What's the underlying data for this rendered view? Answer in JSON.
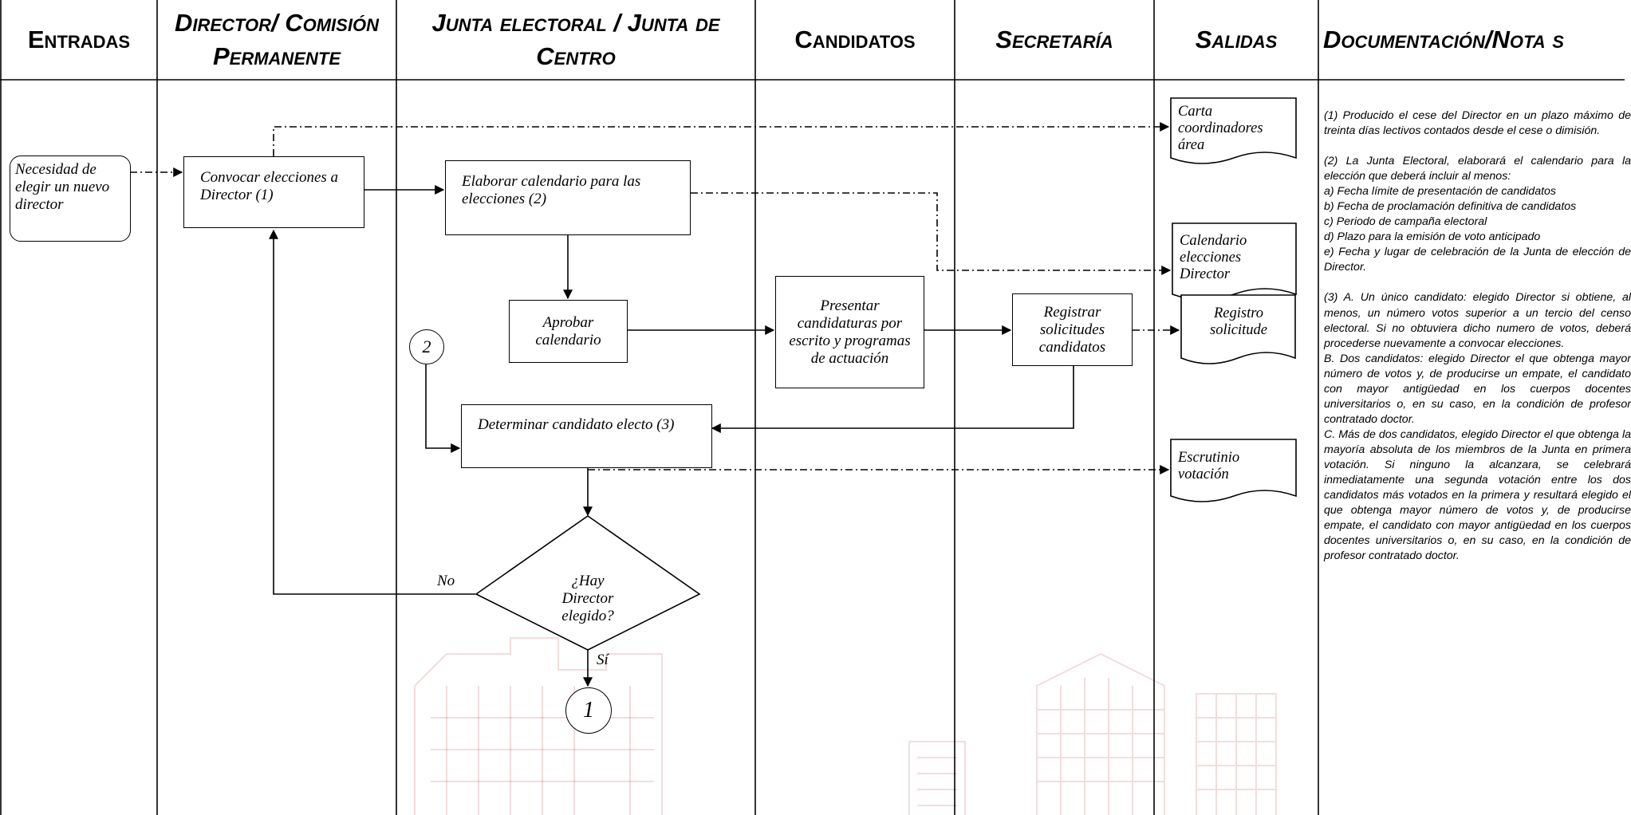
{
  "headers": {
    "entradas": "Entradas",
    "director": "Director/ Comisión Permanente",
    "junta": "Junta electoral / Junta de Centro",
    "candidatos": "Candidatos",
    "secretaria": "Secretaría",
    "salidas": "Salidas",
    "documentacion": "Documentación/Nota s"
  },
  "nodes": {
    "necesidad": "Necesidad de elegir un nuevo director",
    "convocar": "Convocar elecciones a Director (1)",
    "elaborar": "Elaborar calendario para las elecciones (2)",
    "aprobar": "Aprobar calendario",
    "presentar": "Presentar candidaturas por escrito y programas de actuación",
    "registrar": "Registrar solicitudes candidatos",
    "determinar": "Determinar candidato electo (3)",
    "decision": "¿Hay Director elegido?",
    "connector_2": "2",
    "connector_1": "1"
  },
  "outputs": {
    "carta": "Carta coordinadores área",
    "calendario": "Calendario elecciones Director",
    "registro": "Registro solicitude",
    "escrutinio": "Escrutinio votación"
  },
  "edge_labels": {
    "no": "No",
    "si": "Sí"
  },
  "notes": [
    "(1) Producido el cese del Director en un plazo máximo de treinta días lectivos contados desde el cese o dimisión.",
    "(2) La Junta Electoral, elaborará el calendario para la elección que deberá incluir al menos:",
    "a) Fecha límite de presentación de candidatos",
    "b) Fecha de proclamación definitiva de candidatos",
    "c) Periodo de campaña electoral",
    "d) Plazo para la emisión de voto anticipado",
    "e) Fecha y lugar de celebración de la Junta de elección de Director.",
    "(3) A. Un único candidato: elegido Director si obtiene, al menos, un número votos superior a un tercio del censo electoral. Si no obtuviera dicho numero de votos, deberá procederse nuevamente a convocar elecciones.",
    "B. Dos candidatos: elegido Director el que obtenga mayor número de votos y, de producirse un empate, el candidato con mayor antigüedad en los cuerpos docentes universitarios o, en su caso, en la condición de profesor contratado doctor.",
    "C. Más de dos candidatos, elegido Director el que obtenga la mayoría absoluta de los miembros de la Junta en primera votación. Si ninguno la alcanzara, se celebrará inmediatamente una segunda votación entre los dos candidatos más votados en la primera y resultará elegido el que obtenga mayor número de votos y, de producirse empate, el candidato con mayor antigüedad en los cuerpos docentes universitarios o, en su caso, en la condición de profesor contratado doctor."
  ],
  "colors": {
    "line": "#000000",
    "watermark": "#c0202a"
  }
}
